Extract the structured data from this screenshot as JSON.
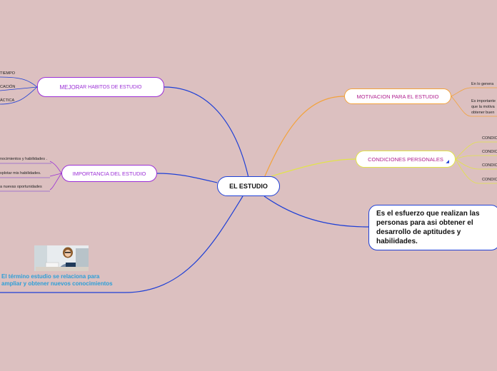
{
  "central": {
    "label": "EL ESTUDIO"
  },
  "branches": {
    "mejorar": {
      "label_a": "MEJOR",
      "label_b": "AR HABITOS DE ESTUDIO",
      "leaves": [
        "TIEMPO",
        "CACIÓN",
        "ÁCTICA"
      ]
    },
    "importancia": {
      "label": "IMPORTANCIA DEL ESTUDIO",
      "leaves": [
        "nocimientos y habilidades .",
        "xplotar mis habilidades.",
        "a nuevas oportunidades"
      ]
    },
    "motivacion": {
      "label": "MOTIVACION PARA EL ESTUDIO",
      "leaves": [
        "En lo genera",
        [
          "Es importante",
          "que la motiva",
          "obtener buen"
        ]
      ]
    },
    "condiciones": {
      "label": "CONDICIONES PERSONALES",
      "leaves": [
        "CONDIC",
        "CONDIC",
        "CONDIC",
        "CONDIC"
      ]
    },
    "definicion": {
      "text": "Es el esfuerzo que realizan las personas para asi obtener el desarrollo de aptitudes y habilidades."
    },
    "termino": {
      "text_line1": "El término estudio se relaciona para",
      "text_line2": "ampliar y obtener nuevos conocimientos"
    }
  },
  "colors": {
    "background": "#dcc0c0",
    "blue": "#1e3fd6",
    "purple": "#9b2fd6",
    "orange": "#f3a23a",
    "yellow": "#e2e34a",
    "caption": "#2d9fd8"
  },
  "icons": {
    "condiciones_toggle": "collapse-arrow-icon"
  }
}
